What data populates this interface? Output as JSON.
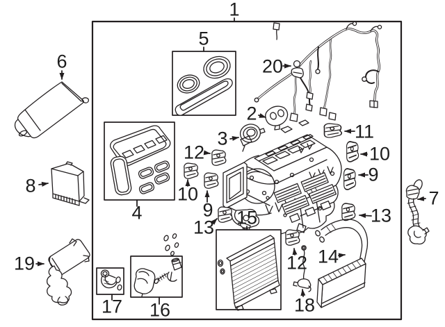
{
  "diagram": {
    "background_color": "#ffffff",
    "line_color": "#231f20",
    "callouts": {
      "c1": "1",
      "c2": "2",
      "c3": "3",
      "c4": "4",
      "c5": "5",
      "c6": "6",
      "c7": "7",
      "c8": "8",
      "c9_right": "9",
      "c9_left": "9",
      "c10_right": "10",
      "c10_left": "10",
      "c11": "11",
      "c12_left": "12",
      "c12_bottom": "12",
      "c13_right": "13",
      "c13_left": "13",
      "c14": "14",
      "c15": "15",
      "c16": "16",
      "c17": "17",
      "c18": "18",
      "c19": "19",
      "c20": "20"
    }
  }
}
